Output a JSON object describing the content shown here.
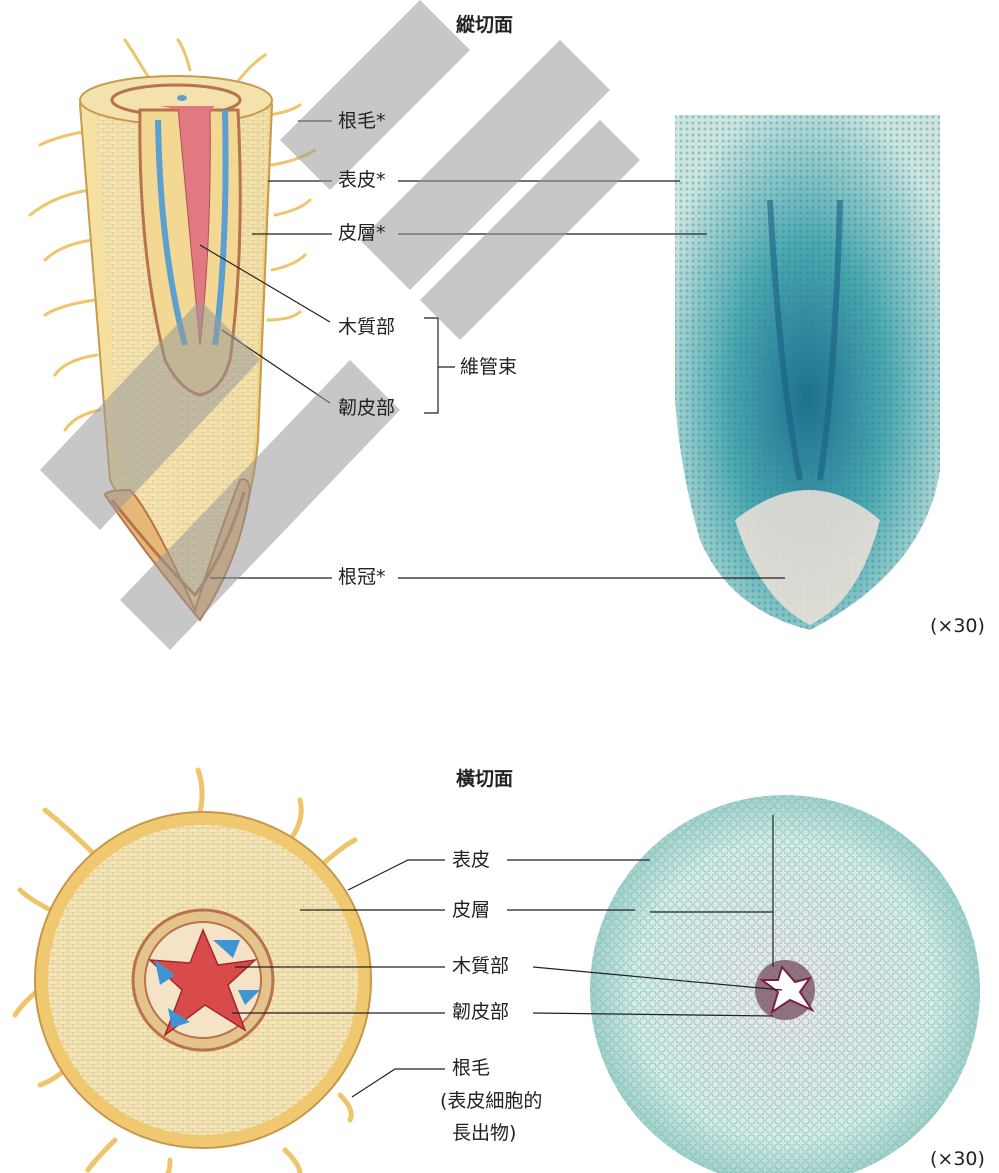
{
  "longitudinal": {
    "title": "縱切面",
    "labels": {
      "root_hair": "根毛*",
      "epidermis": "表皮*",
      "cortex": "皮層*",
      "xylem": "木質部",
      "phloem": "韌皮部",
      "vascular_bundle": "維管束",
      "root_cap": "根冠*"
    },
    "magnification": "(×30)"
  },
  "transverse": {
    "title": "橫切面",
    "labels": {
      "epidermis": "表皮",
      "cortex": "皮層",
      "xylem": "木質部",
      "phloem": "韌皮部",
      "root_hair_line1": "根毛",
      "root_hair_line2": "(表皮細胞的",
      "root_hair_line3": "長出物)"
    },
    "magnification": "(×30)"
  },
  "colors": {
    "cortex_fill": "#f3dd9a",
    "epidermis_fill": "#f0c870",
    "xylem_red": "#d94a4a",
    "phloem_blue": "#4a9fd8",
    "stain_teal": "#2f8fa0",
    "watermark": "#9a9a9a"
  }
}
